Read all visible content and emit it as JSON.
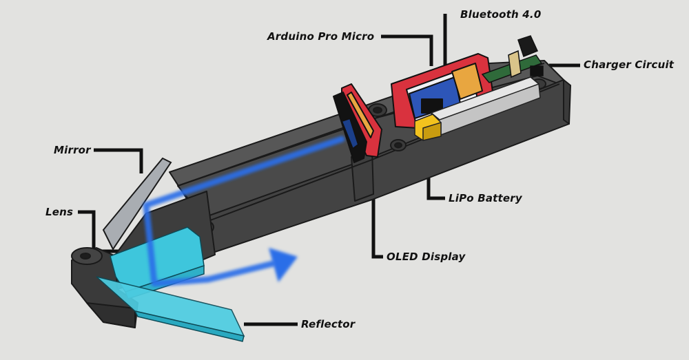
{
  "labels": {
    "bluetooth": "Bluetooth 4.0",
    "arduino": "Arduino Pro Micro",
    "charger": "Charger Circuit",
    "mirror": "Mirror",
    "lens": "Lens",
    "lipo": "LiPo Battery",
    "oled": "OLED Display",
    "reflector": "Reflector"
  },
  "colors": {
    "background": "#e2e2e0",
    "housing": "#4b4b4b",
    "lens": "#3ec6dc",
    "light_path": "#2a6ee8",
    "board_red": "#d9323e",
    "battery_yellow": "#f2c21e"
  }
}
